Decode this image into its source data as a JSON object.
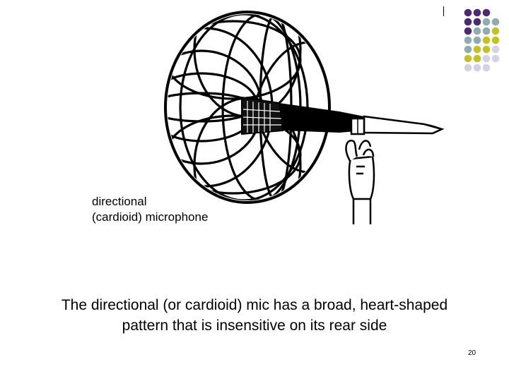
{
  "slide": {
    "image_label_line1": "directional",
    "image_label_line2": "(cardioid) microphone",
    "caption_line1": "The directional (or cardioid) mic has a broad, heart-shaped",
    "caption_line2": "pattern that is insensitive on its rear side",
    "page_number": "20"
  },
  "decoration": {
    "dot_rows": [
      [
        "purple",
        "purple",
        "purple"
      ],
      [
        "purple",
        "purple",
        "teal",
        "teal"
      ],
      [
        "purple",
        "teal",
        "teal",
        "lime"
      ],
      [
        "teal",
        "teal",
        "lime",
        "lime"
      ],
      [
        "teal",
        "lime",
        "lime",
        "lavender"
      ],
      [
        "lime",
        "lime",
        "lavender",
        "lavender"
      ],
      [
        "lavender",
        "lavender",
        "lavender"
      ]
    ],
    "colors": {
      "purple": "#4b2a6f",
      "teal": "#8fadb0",
      "lime": "#c2c12a",
      "lavender": "#d5d3e3"
    }
  },
  "icons": {
    "microphone": "microphone-icon",
    "polar_pattern": "cardioid-pattern-icon",
    "hand": "hand-icon"
  }
}
